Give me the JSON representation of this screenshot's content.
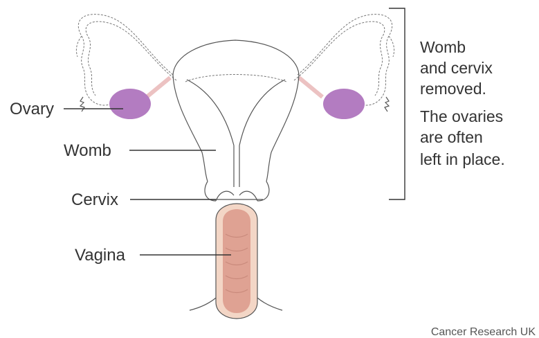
{
  "labels": {
    "ovary": "Ovary",
    "womb": "Womb",
    "cervix": "Cervix",
    "vagina": "Vagina"
  },
  "note": {
    "lines": [
      "Womb",
      "and cervix",
      "removed.",
      "The ovaries",
      "are often",
      "left in place."
    ]
  },
  "credit": "Cancer Research UK",
  "colors": {
    "ovary": "#b37cc1",
    "ligament": "#ecc2c2",
    "vagina_fill": "#f3d6c6",
    "vagina_inner": "#dfa293",
    "outline": "#555555",
    "text": "#333333"
  }
}
